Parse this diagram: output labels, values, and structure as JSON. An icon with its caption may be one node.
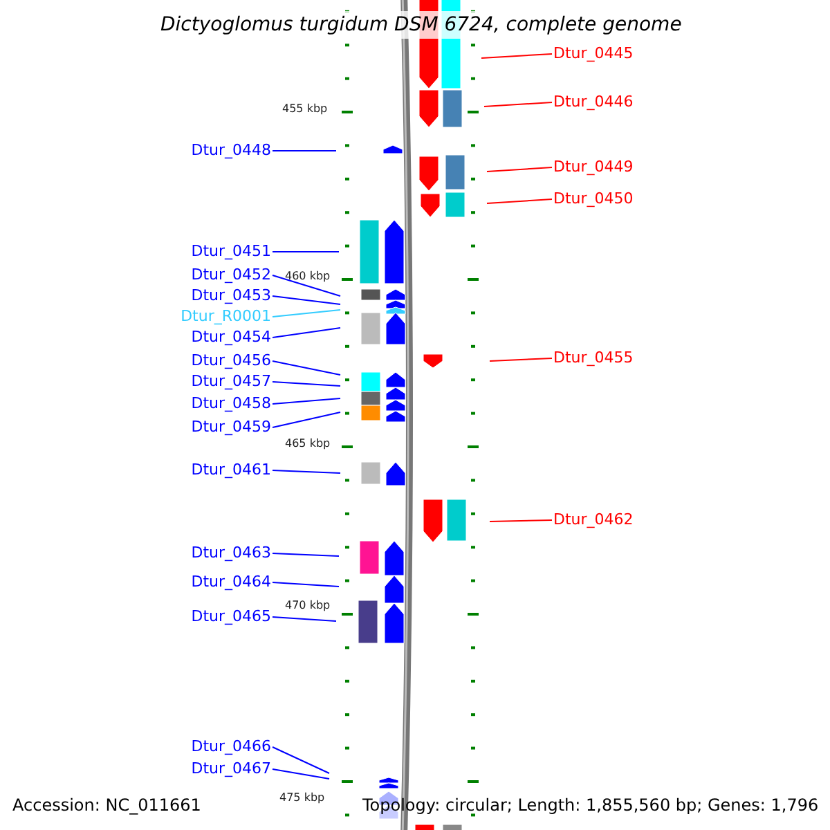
{
  "diagram": {
    "title": "Dictyoglomus turgidum DSM 6724, complete genome",
    "nodes": [
      {
        "text": [
          "Dtur_0445"
        ]
      },
      {
        "text": [
          "Dtur_0446"
        ]
      },
      {
        "text": [
          "Dtur_0448"
        ]
      },
      {
        "text": [
          "Dtur_0449"
        ]
      },
      {
        "text": [
          "Dtur_0450"
        ]
      },
      {
        "text": [
          "Dtur_0451"
        ]
      },
      {
        "text": [
          "Dtur_0452"
        ]
      },
      {
        "text": [
          "Dtur_0453"
        ]
      },
      {
        "text": [
          "Dtur_R0001"
        ]
      },
      {
        "text": [
          "Dtur_0454"
        ]
      },
      {
        "text": [
          "Dtur_0455"
        ]
      },
      {
        "text": [
          "Dtur_0456"
        ]
      },
      {
        "text": [
          "Dtur_0457"
        ]
      },
      {
        "text": [
          "Dtur_0458"
        ]
      },
      {
        "text": [
          "Dtur_0459"
        ]
      },
      {
        "text": [
          "Dtur_0461"
        ]
      },
      {
        "text": [
          "Dtur_0462"
        ]
      },
      {
        "text": [
          "Dtur_0463"
        ]
      },
      {
        "text": [
          "Dtur_0464"
        ]
      },
      {
        "text": [
          "Dtur_0465"
        ]
      },
      {
        "text": [
          "Dtur_0466"
        ]
      },
      {
        "text": [
          "Dtur_0467"
        ]
      }
    ],
    "edges": [
      {
        "from": 0,
        "to": null,
        "arrow": "none",
        "color": "#ff0000"
      },
      {
        "from": 1,
        "to": null,
        "arrow": "none",
        "color": "#ff0000"
      },
      {
        "from": 2,
        "to": null,
        "arrow": "none"
      },
      {
        "from": 3,
        "to": null,
        "arrow": "none",
        "color": "#ff0000"
      },
      {
        "from": 4,
        "to": null,
        "arrow": "none",
        "color": "#ff0000"
      },
      {
        "from": 5,
        "to": null,
        "arrow": "none"
      },
      {
        "from": 6,
        "to": null,
        "arrow": "none"
      },
      {
        "from": 7,
        "to": null,
        "arrow": "none"
      },
      {
        "from": 8,
        "to": null,
        "arrow": "none",
        "color": "#33ccff"
      },
      {
        "from": 9,
        "to": null,
        "arrow": "none"
      },
      {
        "from": 10,
        "to": null,
        "arrow": "none",
        "color": "#ff0000"
      },
      {
        "from": 11,
        "to": null,
        "arrow": "none"
      },
      {
        "from": 12,
        "to": null,
        "arrow": "none"
      },
      {
        "from": 13,
        "to": null,
        "arrow": "none"
      },
      {
        "from": 14,
        "to": null,
        "arrow": "none"
      },
      {
        "from": 15,
        "to": null,
        "arrow": "none"
      },
      {
        "from": 16,
        "to": null,
        "arrow": "none",
        "color": "#ff0000"
      },
      {
        "from": 17,
        "to": null,
        "arrow": "none"
      },
      {
        "from": 18,
        "to": null,
        "arrow": "none"
      },
      {
        "from": 19,
        "to": null,
        "arrow": "none"
      },
      {
        "from": 20,
        "to": null,
        "arrow": "none"
      },
      {
        "from": 21,
        "to": null,
        "arrow": "none"
      }
    ],
    "labels": [
      "455 kbp",
      "460 kbp",
      "465 kbp",
      "470 kbp",
      "475 kbp",
      "Accession: NC_011661",
      "Topology: circular; Length: 1,855,560 bp; Genes: 1,796"
    ]
  }
}
